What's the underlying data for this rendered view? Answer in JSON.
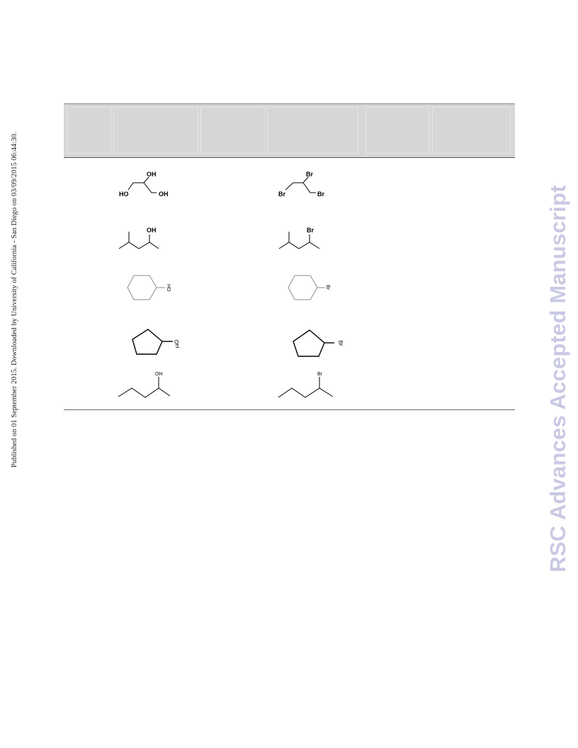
{
  "side_note": "Published on 01 September 2015. Downloaded by University of California - San Diego on 03/09/2015 06:44:30.",
  "watermark": "RSC Advances Accepted Manuscript",
  "molecules": {
    "glycerol": {
      "oh_top": "OH",
      "ho_left": "HO",
      "oh_right": "OH"
    },
    "tribromopropane": {
      "br_top": "Br",
      "br_left": "Br",
      "br_right": "Br"
    },
    "methylpentanol": {
      "oh": "OH"
    },
    "methylbromopentane": {
      "br": "Br"
    },
    "cyclohexanol": {
      "oh": "HO"
    },
    "bromocyclohexane": {
      "br": "Br"
    },
    "cyclopentanol": {
      "oh": "OH"
    },
    "bromocyclopentane": {
      "br": "Br"
    },
    "pentanol": {
      "oh": "OH"
    },
    "bromopentane": {
      "br": "Br"
    }
  }
}
